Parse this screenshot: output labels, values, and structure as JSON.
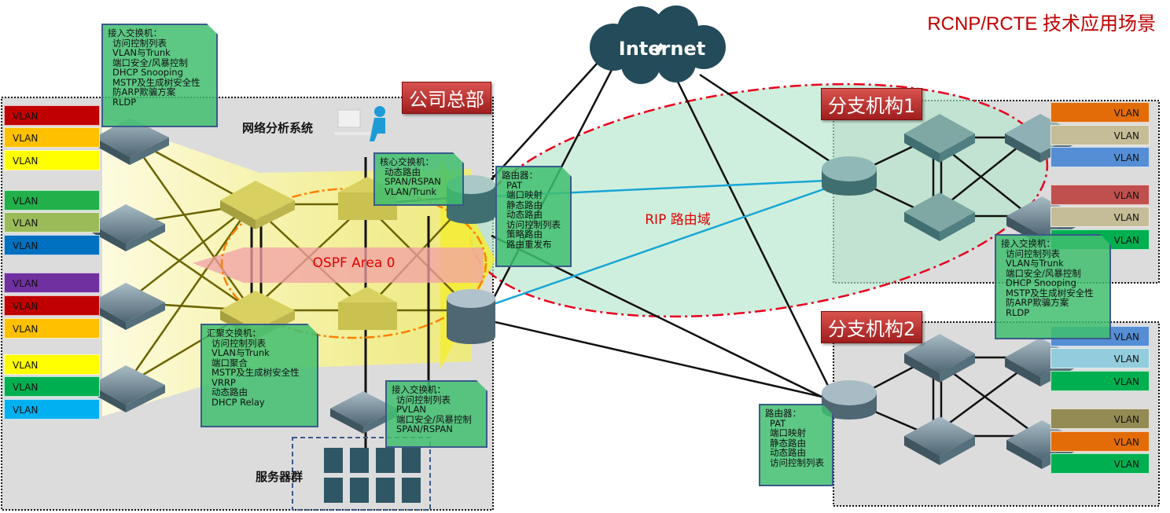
{
  "title": "RCNP/RCTE 技术应用场景",
  "internet_label": "Internet",
  "headquarters": {
    "label": "公司总部",
    "network_analysis_label": "网络分析系统",
    "server_farm_label": "服务器群",
    "ospf_label": "OSPF Area 0",
    "vlans": [
      {
        "label": "VLAN",
        "color": "#c00000"
      },
      {
        "label": "VLAN",
        "color": "#ffc000"
      },
      {
        "label": "VLAN",
        "color": "#ffff00"
      },
      {
        "label": "VLAN",
        "color": "#22b04a"
      },
      {
        "label": "VLAN",
        "color": "#9bbb59"
      },
      {
        "label": "VLAN",
        "color": "#0070c0"
      },
      {
        "label": "VLAN",
        "color": "#7030a0"
      },
      {
        "label": "VLAN",
        "color": "#c00000"
      },
      {
        "label": "VLAN",
        "color": "#ffc000"
      },
      {
        "label": "VLAN",
        "color": "#ffff00"
      },
      {
        "label": "VLAN",
        "color": "#00b050"
      },
      {
        "label": "VLAN",
        "color": "#00b0f0"
      }
    ],
    "notes": {
      "access_switch": {
        "heading": "接入交换机：",
        "items": [
          "访问控制列表",
          "VLAN与Trunk",
          "端口安全/风暴控制",
          "DHCP Snooping",
          "MSTP及生成树安全性",
          "防ARP欺骗方案",
          "RLDP"
        ]
      },
      "aggregation_switch": {
        "heading": "汇聚交换机：",
        "items": [
          "访问控制列表",
          "VLAN与Trunk",
          "端口聚合",
          "MSTP及生成树安全性",
          "VRRP",
          "动态路由",
          "DHCP Relay"
        ]
      },
      "core_switch": {
        "heading": "核心交换机：",
        "items": [
          "动态路由",
          "SPAN/RSPAN",
          "VLAN/Trunk"
        ]
      },
      "router": {
        "heading": "路由器：",
        "items": [
          "PAT",
          "端口映射",
          "静态路由",
          "动态路由",
          "访问控制列表",
          "策略路由",
          "路由重发布"
        ]
      },
      "server_access_switch": {
        "heading": "接入交换机：",
        "items": [
          "访问控制列表",
          "PVLAN",
          "端口安全/风暴控制",
          "SPAN/RSPAN"
        ]
      }
    }
  },
  "rip_label": "RIP 路由域",
  "branch1": {
    "label": "分支机构1",
    "vlans": [
      {
        "label": "VLAN",
        "color": "#e36c09"
      },
      {
        "label": "VLAN",
        "color": "#c4bd97"
      },
      {
        "label": "VLAN",
        "color": "#558ed5"
      },
      {
        "label": "VLAN",
        "color": "#c0504d"
      },
      {
        "label": "VLAN",
        "color": "#c4bd97"
      },
      {
        "label": "VLAN",
        "color": "#00b050"
      }
    ],
    "note": {
      "heading": "接入交换机：",
      "items": [
        "访问控制列表",
        "VLAN与Trunk",
        "端口安全/风暴控制",
        "DHCP Snooping",
        "MSTP及生成树安全性",
        "防ARP欺骗方案",
        "RLDP"
      ]
    }
  },
  "branch2": {
    "label": "分支机构2",
    "vlans": [
      {
        "label": "VLAN",
        "color": "#558ed5"
      },
      {
        "label": "VLAN",
        "color": "#93cddd"
      },
      {
        "label": "VLAN",
        "color": "#00b050"
      },
      {
        "label": "VLAN",
        "color": "#948a54"
      },
      {
        "label": "VLAN",
        "color": "#e36c09"
      },
      {
        "label": "VLAN",
        "color": "#00b050"
      }
    ],
    "note": {
      "heading": "路由器：",
      "items": [
        "PAT",
        "端口映射",
        "静态路由",
        "动态路由",
        "访问控制列表"
      ]
    }
  }
}
